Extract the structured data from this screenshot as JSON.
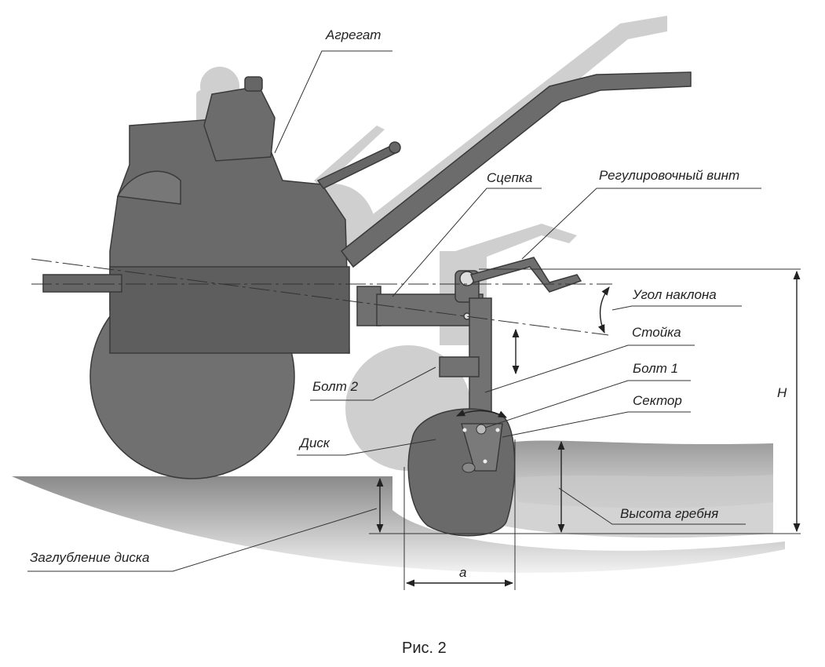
{
  "labels": {
    "aggregate": "Агрегат",
    "hitch": "Сцепка",
    "adjust_screw": "Регулировочный винт",
    "tilt_angle": "Угол наклона",
    "post": "Стойка",
    "bolt1": "Болт 1",
    "bolt2": "Болт 2",
    "sector": "Сектор",
    "disk": "Диск",
    "ridge_height": "Высота гребня",
    "disk_depth": "Заглубление диска",
    "h": "H",
    "a": "a"
  },
  "caption": "Рис. 2"
}
